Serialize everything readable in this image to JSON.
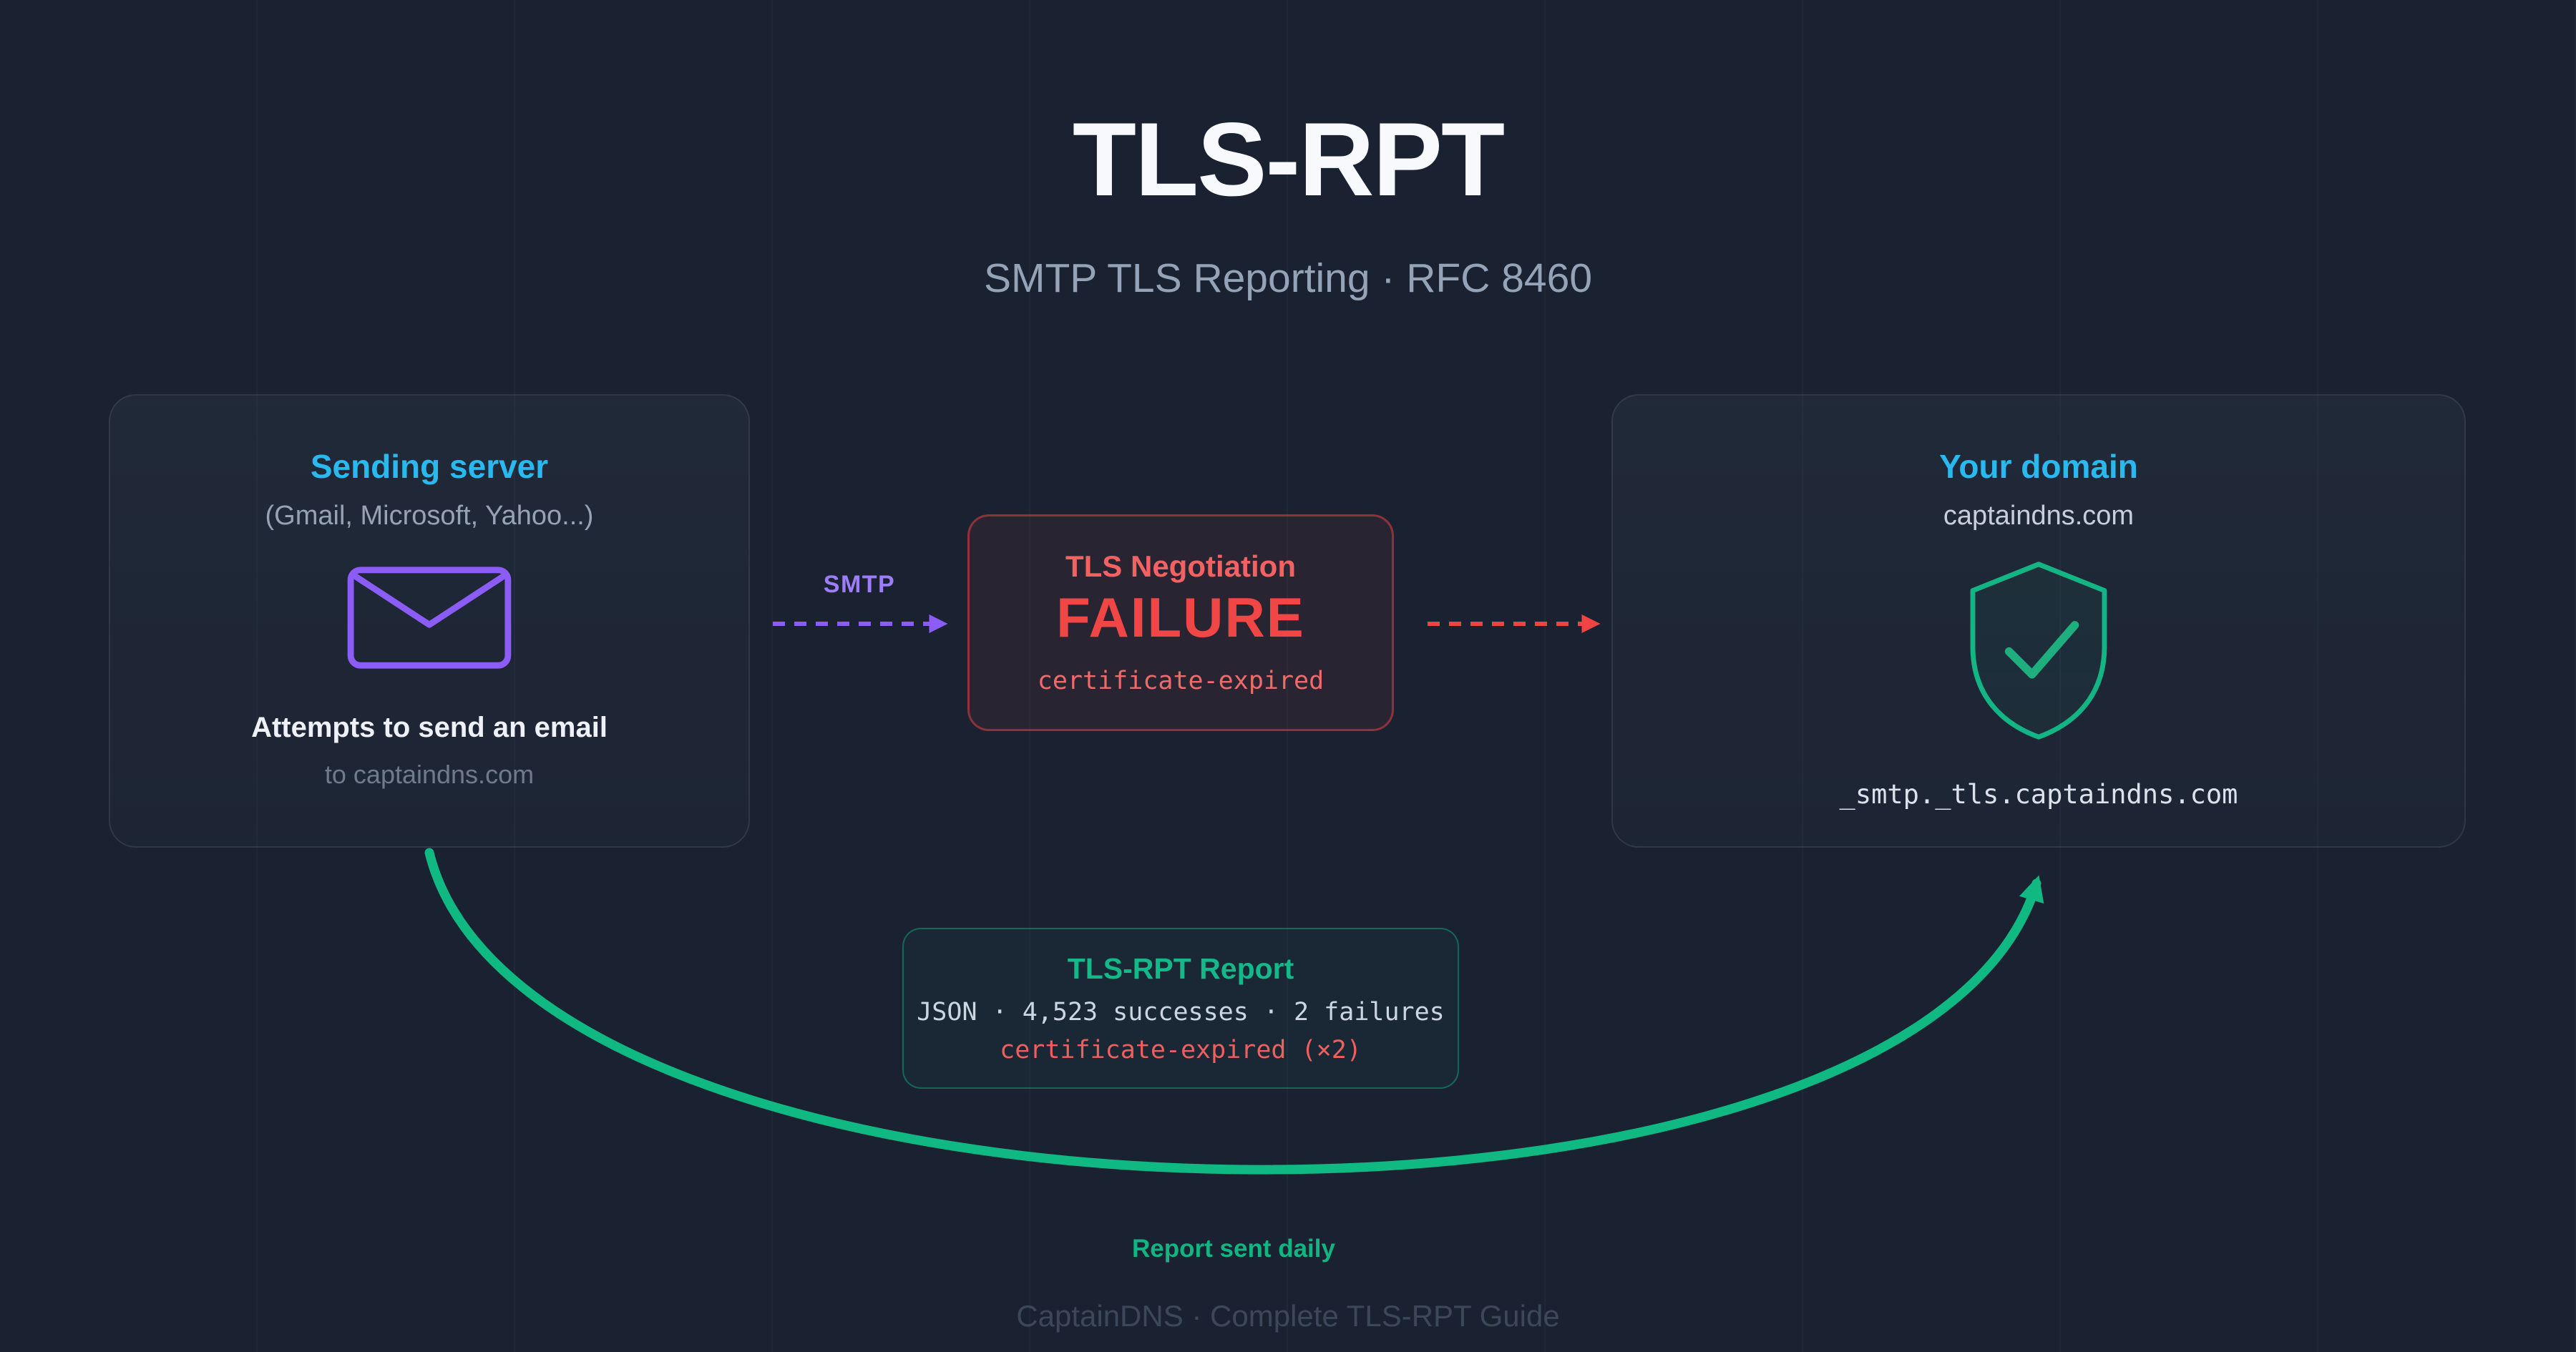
{
  "header": {
    "title": "TLS-RPT",
    "subtitle": "SMTP TLS Reporting · RFC 8460"
  },
  "sending_server": {
    "title": "Sending server",
    "providers": "(Gmail, Microsoft, Yahoo...)",
    "icon": "envelope-icon",
    "action": "Attempts to send an email",
    "target": "to captaindns.com"
  },
  "arrows": {
    "smtp_label": "SMTP",
    "smtp_color": "#8b5cf6",
    "failure_color": "#ef4444",
    "report_color": "#10b981"
  },
  "failure": {
    "title": "TLS Negotiation",
    "status": "FAILURE",
    "reason": "certificate-expired"
  },
  "your_domain": {
    "title": "Your domain",
    "domain": "captaindns.com",
    "icon": "shield-check-icon",
    "record": "_smtp._tls.captaindns.com"
  },
  "report": {
    "title": "TLS-RPT Report",
    "summary": "JSON · 4,523 successes · 2 failures",
    "detail": "certificate-expired (×2)",
    "cadence": "Report sent daily"
  },
  "footer": {
    "text": "CaptainDNS · Complete TLS-RPT Guide"
  },
  "colors": {
    "background": "#1a2231",
    "accent_cyan": "#29b9ef",
    "accent_purple": "#8b5cf6",
    "accent_red": "#ef4444",
    "accent_green": "#10b981"
  }
}
